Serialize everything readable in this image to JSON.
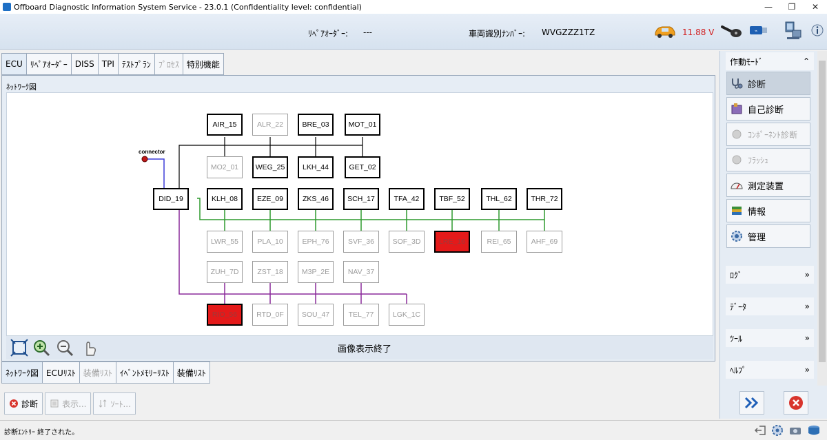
{
  "window": {
    "title": "Offboard Diagnostic Information System Service - 23.0.1 (Confidentiality level: confidential)",
    "minimize": "—",
    "restore": "❐",
    "close": "✕"
  },
  "header": {
    "repair_order_label": "ﾘﾍﾟｱｵｰﾀﾞｰ:",
    "repair_order_value": "---",
    "vin_label": "車両識別ﾅﾝﾊﾞｰ:",
    "vin_value": "WVGZZZ1TZ",
    "voltage": "11.88 V",
    "voltage_color": "#d11e1e",
    "icons": [
      "car-icon",
      "key-icon",
      "usb-icon",
      "network-computer-icon",
      "info-icon"
    ]
  },
  "tabs_top": [
    {
      "label": "ECU",
      "state": "normal"
    },
    {
      "label": "ﾘﾍﾟｱｵｰﾀﾞｰ",
      "state": "normal"
    },
    {
      "label": "DISS",
      "state": "normal"
    },
    {
      "label": "TPI",
      "state": "normal"
    },
    {
      "label": "ﾃｽﾄﾌﾟﾗﾝ",
      "state": "normal"
    },
    {
      "label": "ﾌﾟﾛｾｽ",
      "state": "disabled"
    },
    {
      "label": "特別機能",
      "state": "normal"
    }
  ],
  "network": {
    "section_label": "ﾈｯﾄﾜｰｸ図",
    "connector_label": "connector",
    "status_text": "画像表示終了",
    "colors": {
      "diag_bus": "#3c3cd8",
      "gateway": "#000000",
      "can_green": "#2e9a2e",
      "can_purple": "#8a2a9a",
      "error": "#e41a1a"
    },
    "nodes": [
      {
        "label": "AIR_15",
        "state": "active"
      },
      {
        "label": "ALR_22",
        "state": "inactive"
      },
      {
        "label": "BRE_03",
        "state": "active"
      },
      {
        "label": "MOT_01",
        "state": "active"
      },
      {
        "label": "MO2_01",
        "state": "inactive"
      },
      {
        "label": "WEG_25",
        "state": "active"
      },
      {
        "label": "LKH_44",
        "state": "active"
      },
      {
        "label": "GET_02",
        "state": "active"
      },
      {
        "label": "DID_19",
        "state": "active"
      },
      {
        "label": "KLH_08",
        "state": "active"
      },
      {
        "label": "EZE_09",
        "state": "active"
      },
      {
        "label": "ZKS_46",
        "state": "active"
      },
      {
        "label": "SCH_17",
        "state": "active"
      },
      {
        "label": "TFA_42",
        "state": "active"
      },
      {
        "label": "TBF_52",
        "state": "active"
      },
      {
        "label": "THL_62",
        "state": "active"
      },
      {
        "label": "THR_72",
        "state": "active"
      },
      {
        "label": "LWR_55",
        "state": "inactive"
      },
      {
        "label": "PLA_10",
        "state": "inactive"
      },
      {
        "label": "EPH_76",
        "state": "inactive"
      },
      {
        "label": "SVF_36",
        "state": "inactive"
      },
      {
        "label": "SOF_3D",
        "state": "inactive"
      },
      {
        "label": "LRE_16",
        "state": "error"
      },
      {
        "label": "REI_65",
        "state": "inactive"
      },
      {
        "label": "AHF_69",
        "state": "inactive"
      },
      {
        "label": "ZUH_7D",
        "state": "inactive"
      },
      {
        "label": "ZST_18",
        "state": "inactive"
      },
      {
        "label": "M3P_2E",
        "state": "inactive"
      },
      {
        "label": "NAV_37",
        "state": "inactive"
      },
      {
        "label": "RIO_56",
        "state": "error"
      },
      {
        "label": "RTD_0F",
        "state": "inactive"
      },
      {
        "label": "SOU_47",
        "state": "inactive"
      },
      {
        "label": "TEL_77",
        "state": "inactive"
      },
      {
        "label": "LGK_1C",
        "state": "inactive"
      }
    ]
  },
  "tabs_bottom": [
    {
      "label": "ﾈｯﾄﾜｰｸ図",
      "state": "normal"
    },
    {
      "label": "ECUﾘｽﾄ",
      "state": "normal"
    },
    {
      "label": "装備ﾘｽﾄ",
      "state": "disabled"
    },
    {
      "label": "ｲﾍﾞﾝﾄﾒﾓﾘｰﾘｽﾄ",
      "state": "normal"
    },
    {
      "label": "装備ﾘｽﾄ",
      "state": "normal"
    }
  ],
  "buttons": {
    "diagnose": "診断",
    "display": "表示...",
    "sort": "ｿｰﾄ..."
  },
  "sidebar": {
    "mode_header": "作動ﾓｰﾄﾞ",
    "items": [
      {
        "label": "診断",
        "state": "selected",
        "icon": "stethoscope-icon"
      },
      {
        "label": "自己診断",
        "state": "normal",
        "icon": "self-diagnosis-icon"
      },
      {
        "label": "ｺﾝﾎﾟｰﾈﾝﾄ診断",
        "state": "disabled",
        "icon": "component-diagnosis-icon"
      },
      {
        "label": "ﾌﾗｯｼｭ",
        "state": "disabled",
        "icon": "flash-icon"
      },
      {
        "label": "測定装置",
        "state": "normal",
        "icon": "gauge-icon"
      },
      {
        "label": "情報",
        "state": "normal",
        "icon": "books-icon"
      },
      {
        "label": "管理",
        "state": "normal",
        "icon": "admin-gear-icon"
      }
    ],
    "sections": [
      "ﾛｸﾞ",
      "ﾃﾞｰﾀ",
      "ﾂｰﾙ",
      "ﾍﾙﾌﾟ"
    ]
  },
  "status_bar": {
    "text": "診断ｴﾝﾄﾘｰ 終了された。"
  }
}
